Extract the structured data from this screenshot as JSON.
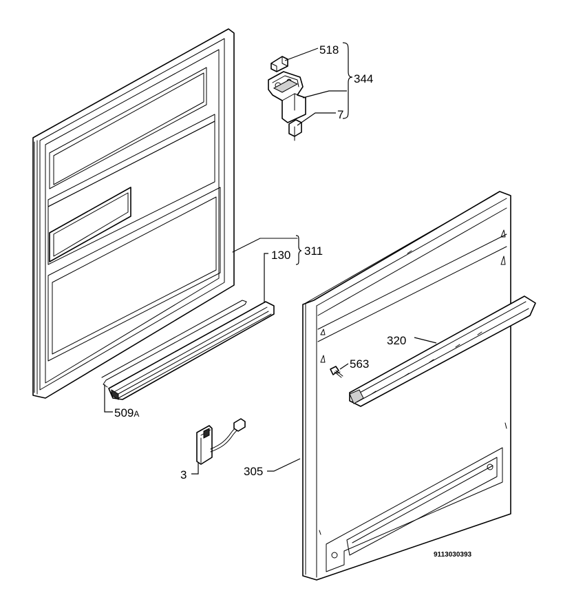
{
  "callouts": {
    "c518": "518",
    "c344": "344",
    "c7": "7",
    "c311": "311",
    "c130": "130",
    "c320": "320",
    "c563": "563",
    "c509_num": "509",
    "c509_suffix": "A",
    "c3": "3",
    "c305": "305"
  },
  "drawing_number": "9113030393"
}
